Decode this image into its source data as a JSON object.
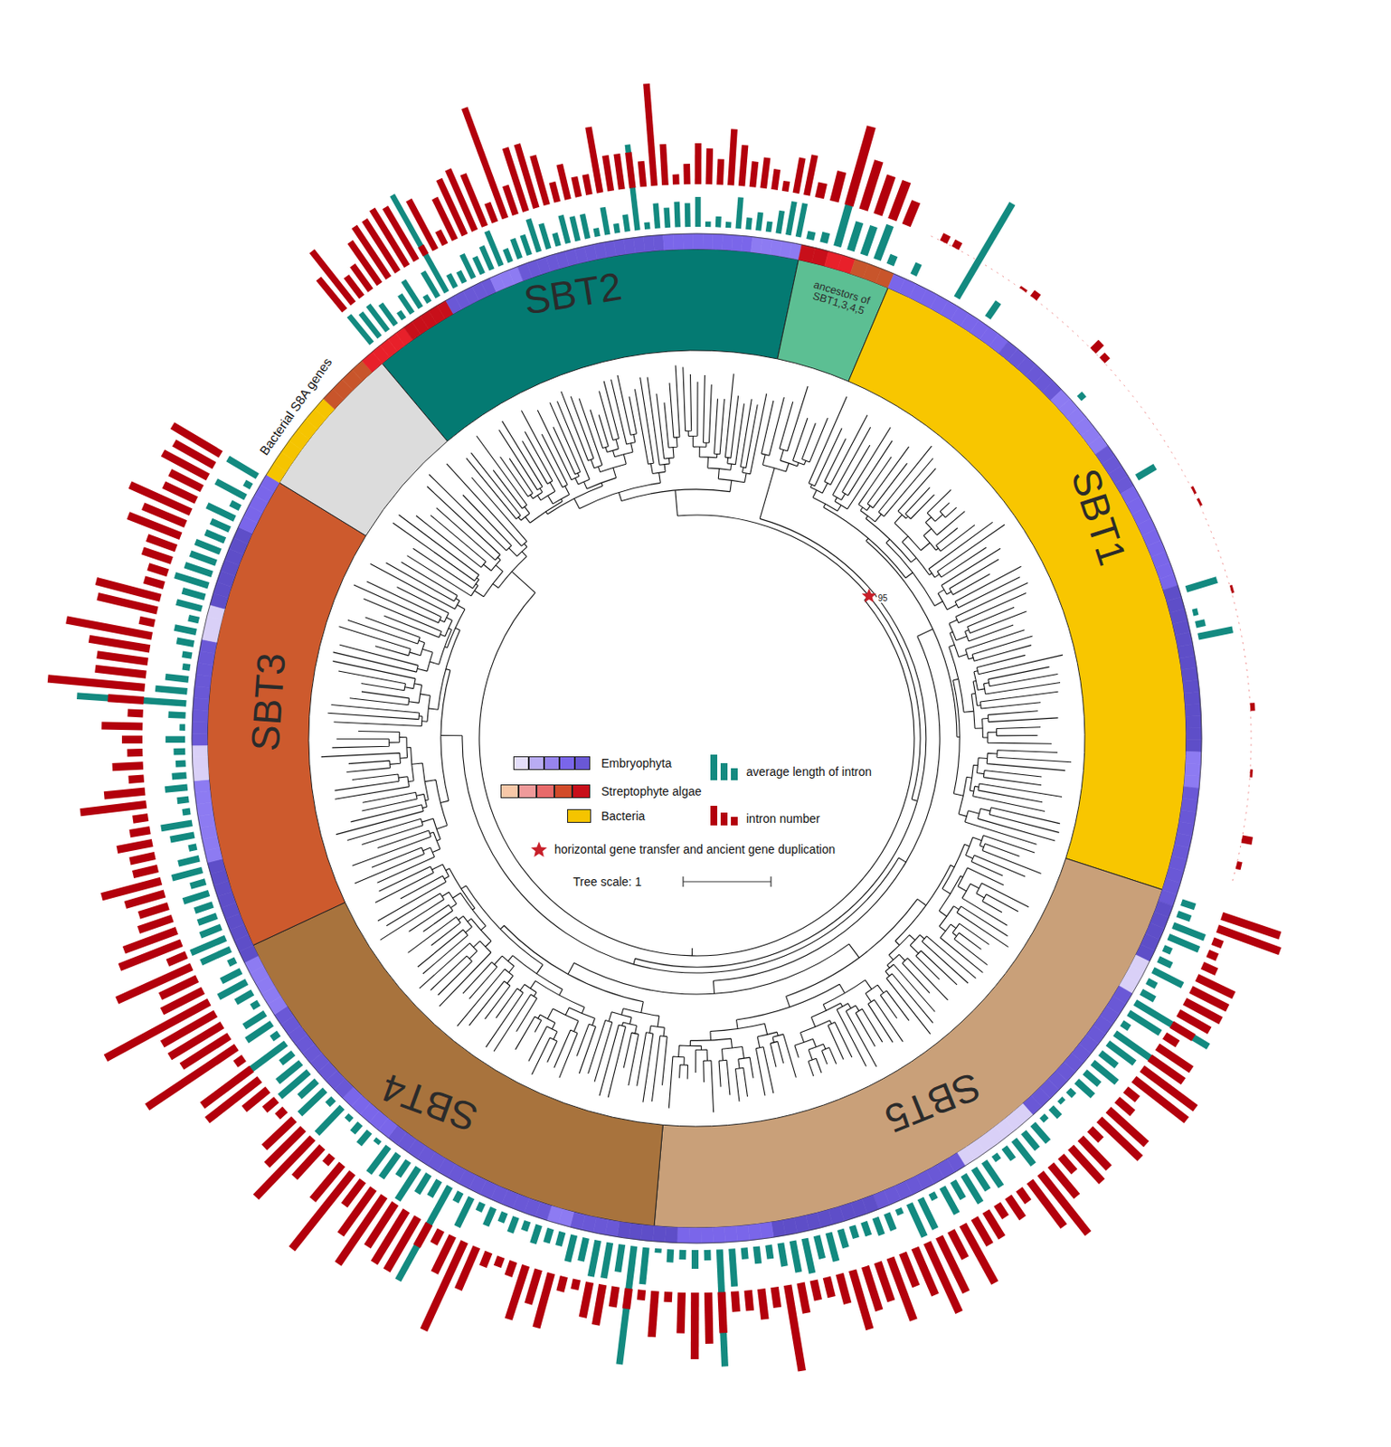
{
  "diagram": {
    "nodes": [
      {
        "text": [
          "SBT2"
        ]
      },
      {
        "text": [
          "ancestors of SBT1,3,4,5"
        ]
      },
      {
        "text": [
          "SBT1"
        ]
      },
      {
        "text": [
          "SBT5"
        ]
      },
      {
        "text": [
          "SBT4"
        ]
      },
      {
        "text": [
          "SBT3"
        ]
      }
    ],
    "labels": [
      "Bacterial S8A genes",
      "95",
      "Tree scale: 1"
    ],
    "legend": [
      {
        "text": "Embryophyta",
        "color": "#6a58d6"
      },
      {
        "text": "Streptophyte algae",
        "color": "#c80f1a"
      },
      {
        "text": "Bacteria",
        "color": "#f5c400"
      },
      {
        "text": "average length of intron",
        "color": "#138a80"
      },
      {
        "text": "intron number",
        "color": "#b3000c"
      },
      {
        "text": "horizontal gene transfer and ancient gene duplication"
      }
    ]
  }
}
